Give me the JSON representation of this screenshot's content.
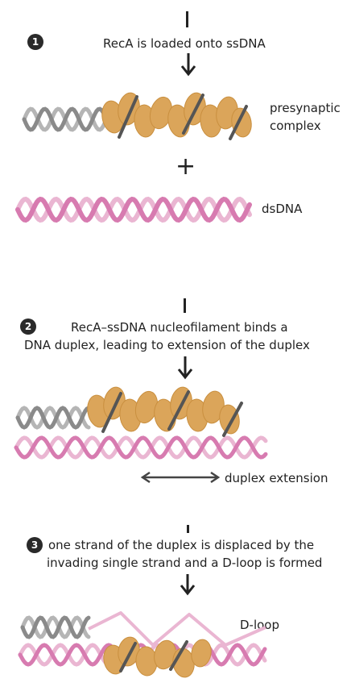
{
  "steps": [
    {
      "number": "1",
      "caption": "RecA is loaded onto ssDNA"
    },
    {
      "number": "2",
      "caption_line1": "RecA–ssDNA nucleofilament binds a",
      "caption_line2": "DNA duplex, leading to extension of the duplex"
    },
    {
      "number": "3",
      "caption_line1": "one strand of the duplex is displaced by the",
      "caption_line2": "invading single strand and a D-loop is formed"
    }
  ],
  "labels": {
    "presynaptic_line1": "presynaptic",
    "presynaptic_line2": "complex",
    "plus": "+",
    "dsdna": "dsDNA",
    "duplex_extension": "duplex extension",
    "dloop": "D-loop"
  },
  "colors": {
    "protein": "#dba55a",
    "protein_dark": "#c98f3f",
    "ssdna_gray": "#8a8a8a",
    "ssdna_dark": "#555555",
    "dsdna_pink": "#d77bb0",
    "dsdna_light": "#eab6d2",
    "arrow": "#222222"
  }
}
